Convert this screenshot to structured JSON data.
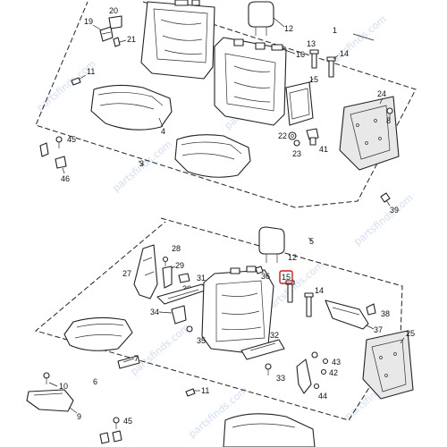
{
  "watermark": "partsfinds.com",
  "highlight_label": "15",
  "group1": {
    "frame_label": "1",
    "labels": {
      "n19": "19",
      "n20": "20",
      "n21": "21",
      "n11": "11",
      "n12": "12",
      "n13": "13",
      "n14": "14",
      "n16": "16",
      "n15": "15",
      "n24": "24",
      "n4": "4",
      "n3": "3",
      "n45": "45",
      "n46": "46",
      "n22": "22",
      "n23": "23",
      "n41": "41",
      "n8": "8",
      "n39": "39"
    }
  },
  "group2": {
    "frame_label": "5",
    "labels": {
      "n12": "12",
      "n28": "28",
      "n29": "29",
      "n27": "27",
      "n30": "30",
      "n31": "31",
      "n36": "36",
      "n15": "15",
      "n14": "14",
      "n38": "38",
      "n37": "37",
      "n34": "34",
      "n35": "35",
      "n32": "32",
      "n25": "25",
      "n7": "7",
      "n43": "43",
      "n42": "42",
      "n33": "33",
      "n44": "44",
      "n6": "6",
      "n10": "10",
      "n9": "9",
      "n11": "11",
      "n45": "45"
    }
  }
}
